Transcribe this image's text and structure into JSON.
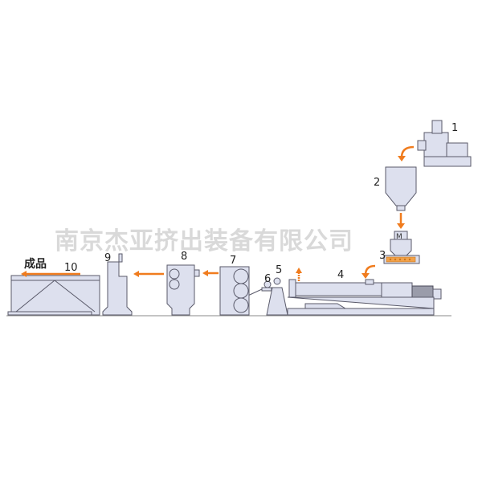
{
  "diagram": {
    "watermark": "南京杰亚挤出装备有限公司",
    "product_label": "成品",
    "numbers": [
      "1",
      "2",
      "3",
      "4",
      "5",
      "6",
      "7",
      "8",
      "9",
      "10"
    ]
  },
  "colors": {
    "flow_arrow": "#f07c1e",
    "machine_fill": "#dde0ee",
    "machine_stroke": "#5a5a6a",
    "pellets": "#f2a24a"
  }
}
